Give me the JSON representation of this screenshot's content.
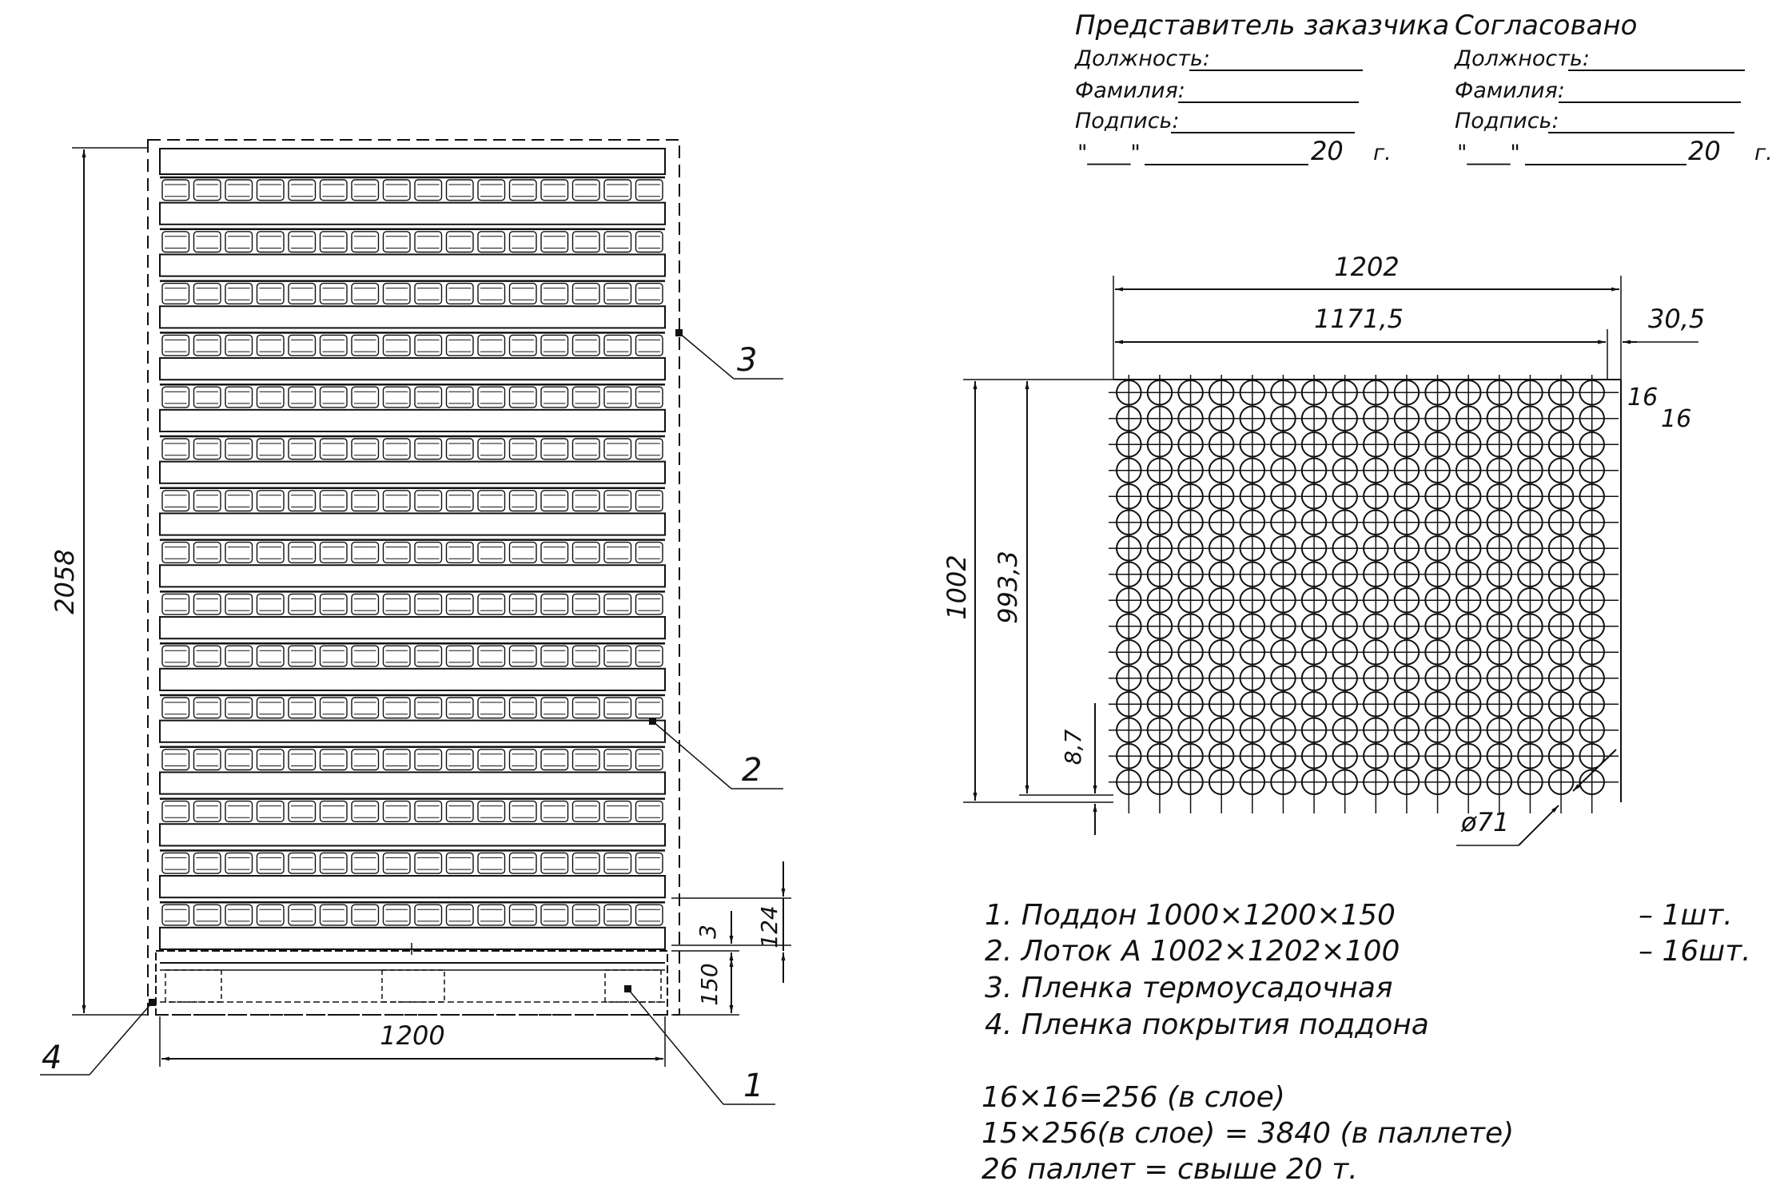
{
  "approval": {
    "customer": {
      "title": "Представитель заказчика",
      "position_label": "Должность:",
      "surname_label": "Фамилия:",
      "signature_label": "Подпись:",
      "date_quote": "\"____\"",
      "year": "20",
      "year_suffix": "г."
    },
    "agreed": {
      "title": "Согласовано",
      "position_label": "Должность:",
      "surname_label": "Фамилия:",
      "signature_label": "Подпись:",
      "date_quote": "\"____\"",
      "year": "20",
      "year_suffix": "г."
    }
  },
  "side_view": {
    "dims": {
      "height": "2058",
      "width": "1200",
      "pallet_height": "150",
      "tray_height": "124",
      "gap": "3"
    },
    "callouts": {
      "c1": "1",
      "c2": "2",
      "c3": "3",
      "c4": "4"
    },
    "tray_layers": 15,
    "bottles_per_row": 16
  },
  "top_view": {
    "dims": {
      "outer_width": "1202",
      "inner_width": "1171,5",
      "offset": "30,5",
      "outer_depth": "1002",
      "inner_depth": "993,3",
      "depth_gap": "8,7",
      "diameter": "ø71",
      "rows_a": "16",
      "rows_b": "16"
    },
    "grid_rows": 16,
    "grid_cols": 16
  },
  "parts": [
    {
      "text": "1. Поддон 1000×1200×150",
      "qty": "– 1шт."
    },
    {
      "text": "2. Лоток А 1002×1202×100",
      "qty": "– 16шт."
    },
    {
      "text": "3. Пленка термоусадочная",
      "qty": ""
    },
    {
      "text": "4. Пленка покрытия поддона",
      "qty": ""
    }
  ],
  "calc": [
    "16×16=256 (в слое)",
    "15×256(в слое) = 3840 (в паллете)",
    "26 паллет = свыше 20 т."
  ]
}
